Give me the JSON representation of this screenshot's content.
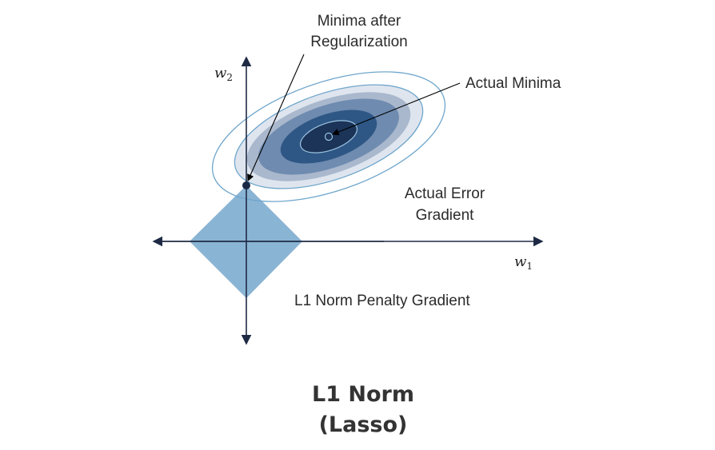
{
  "diagram": {
    "labels": {
      "minima_after_line1": "Minima after",
      "minima_after_line2": "Regularization",
      "actual_minima": "Actual Minima",
      "error_gradient_line1": "Actual Error",
      "error_gradient_line2": "Gradient",
      "penalty": "L1 Norm Penalty Gradient",
      "w1": "w",
      "w1_sub": "1",
      "w2": "w",
      "w2_sub": "2"
    },
    "title_line1": "L1 Norm",
    "title_line2": "(Lasso)",
    "colors": {
      "diamond": "#8ab4d4",
      "contour_light": "#dfe5ee",
      "contour_mid1": "#a9b8cd",
      "contour_mid2": "#6f8bb0",
      "contour_dark1": "#2f5785",
      "contour_dark2": "#1b3458",
      "contour_line": "#6fa6cc",
      "axis": "#1e2a44"
    }
  }
}
